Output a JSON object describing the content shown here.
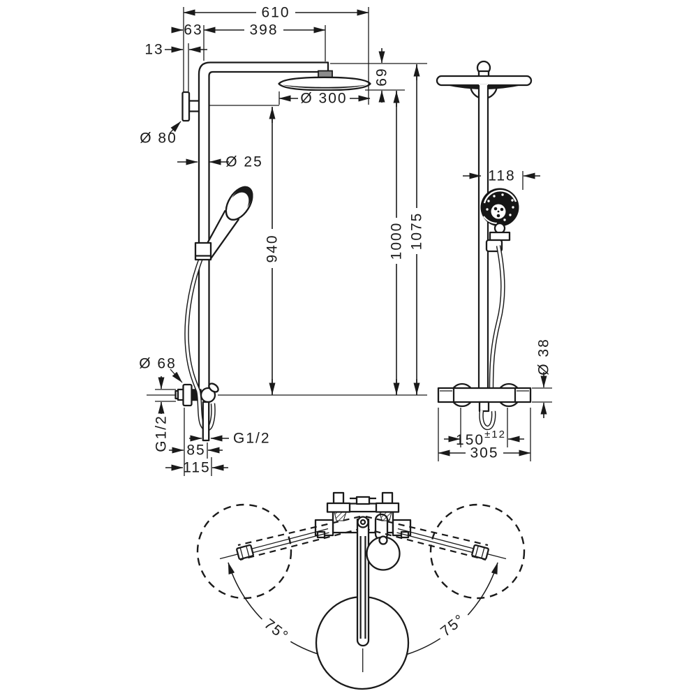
{
  "colors": {
    "background": "#ffffff",
    "line": "#1a1a1a"
  },
  "front": {
    "total_width": "610",
    "bracket_offset": "63",
    "arm_reach": "398",
    "wall_clearance": "13",
    "head_drop": "69",
    "head_diameter": "Ø 300",
    "escutcheon_diameter": "Ø 80",
    "pipe_diameter": "Ø 25",
    "riser_height": "940",
    "head_height": "1000",
    "total_height": "1075",
    "valve_escutcheon_diameter": "Ø 68",
    "inlet_thread": "G1/2",
    "outlet_thread": "G1/2",
    "outlet_offset": "85",
    "valve_depth": "115"
  },
  "side": {
    "hand_shower_offset": "118",
    "valve_body_diameter": "Ø 38",
    "inlet_spacing": "150",
    "inlet_spacing_tolerance": "±12",
    "valve_width": "305"
  },
  "plan": {
    "swivel_angle_left": "75°",
    "swivel_angle_right": "75°"
  }
}
